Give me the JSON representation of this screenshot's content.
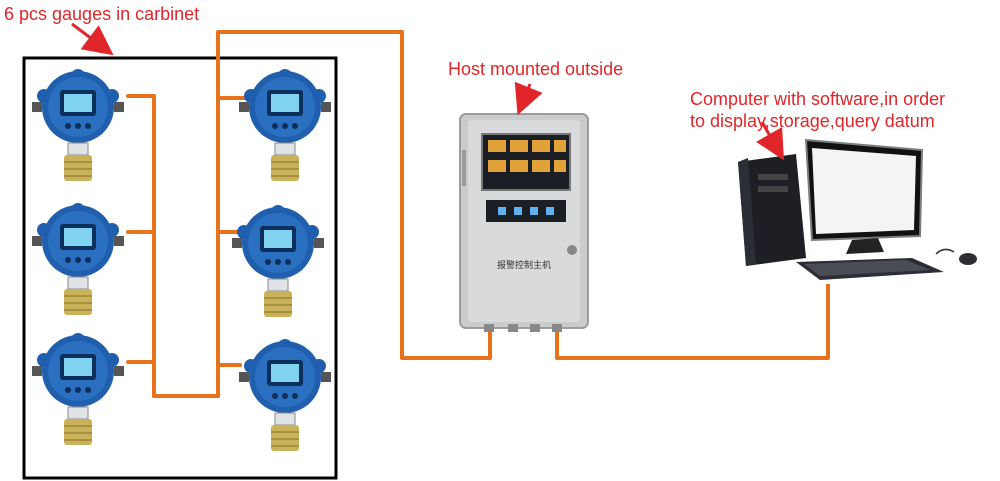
{
  "labels": {
    "cabinet": "6 pcs gauges in carbinet",
    "host": "Host mounted outside",
    "computer_line1": "Computer with software,in order",
    "computer_line2": "to display,storage,query datum"
  },
  "host_panel": {
    "name_text": "报警控制主机"
  },
  "colors": {
    "annotation": "#e0262a",
    "cable": "#e8711c",
    "cabinet_border": "#000000",
    "gauge_body": "#1f5fae",
    "gauge_screen": "#7fd3f0",
    "gauge_brass": "#c9b25a",
    "host_body": "#c9cbcc"
  },
  "icons": {
    "gauge": "gas-detector-icon",
    "host": "alarm-controller-icon",
    "computer": "desktop-computer-icon"
  }
}
